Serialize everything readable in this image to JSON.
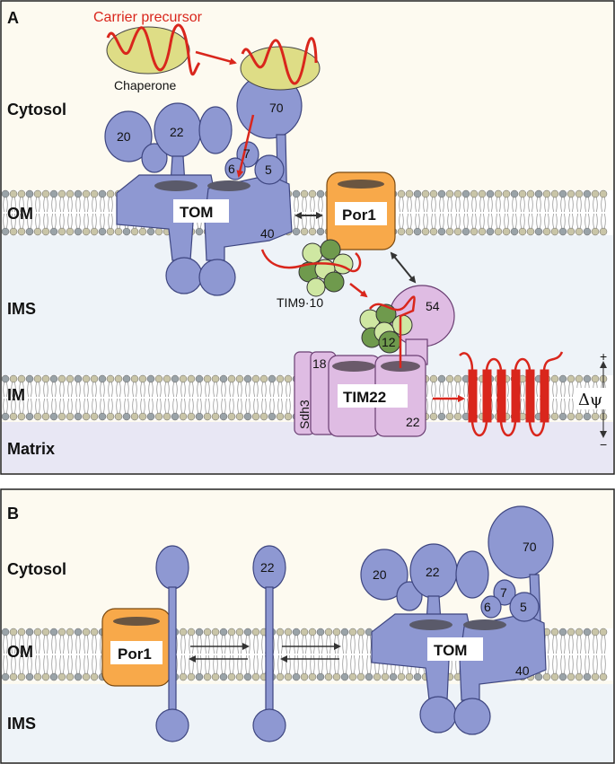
{
  "colors": {
    "cytosol": "#fdfaf0",
    "ims": "#eef3f8",
    "matrix": "#e8e7f4",
    "tom": "#8e98d2",
    "tom_stroke": "#3e4680",
    "por1": "#f8a94a",
    "tim22": "#dfbce3",
    "tim22_stroke": "#6a3e72",
    "carrier": "#d9261c",
    "chaperone": "#dedd86",
    "tim910_light": "#cfe7a2",
    "tim910_dark": "#6f9a4d",
    "head_tan": "#c9c5a8",
    "head_grey": "#9aa3a8"
  },
  "panel_a": {
    "letter": "A",
    "carrier_precursor": "Carrier precursor",
    "chaperone": "Chaperone",
    "compartments": {
      "cytosol": "Cytosol",
      "om": "OM",
      "ims": "IMS",
      "im": "IM",
      "matrix": "Matrix"
    },
    "tom": {
      "label": "TOM",
      "tom20": "20",
      "tom22": "22",
      "tom70": "70",
      "tom7": "7",
      "tom6": "6",
      "tom5": "5",
      "tom40": "40"
    },
    "por1": "Por1",
    "tim910": "TIM9·10",
    "tim54": "54",
    "tim12": "12",
    "tim18": "18",
    "sdh3": "Sdh3",
    "tim22_label": "TIM22",
    "tim22_num": "22",
    "potential": {
      "plus": "+",
      "minus": "−",
      "symbol": "Δψ"
    }
  },
  "panel_b": {
    "letter": "B",
    "compartments": {
      "cytosol": "Cytosol",
      "om": "OM",
      "ims": "IMS"
    },
    "por1": "Por1",
    "tom22_free": "22",
    "tom": {
      "label": "TOM",
      "tom20": "20",
      "tom22": "22",
      "tom70": "70",
      "tom7": "7",
      "tom6": "6",
      "tom5": "5",
      "tom40": "40"
    }
  }
}
